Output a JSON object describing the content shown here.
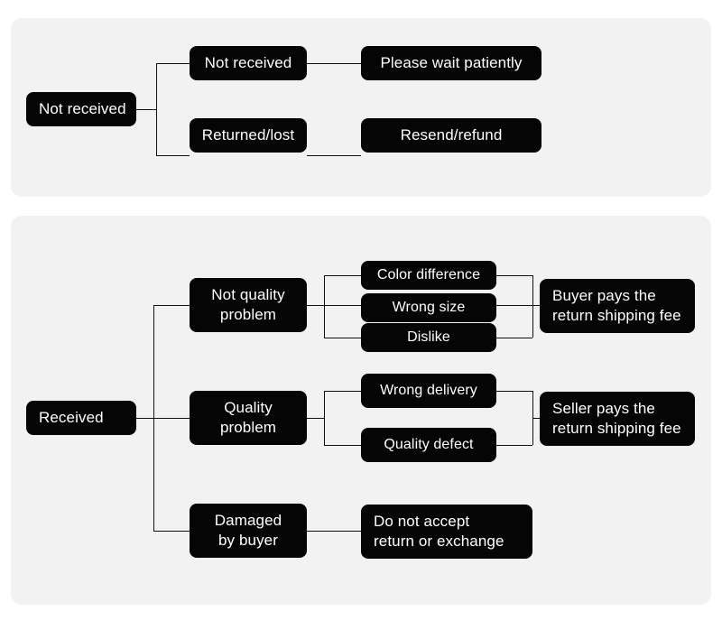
{
  "meta": {
    "title": "Return and refund decision flowchart",
    "colors": {
      "page_background": "#ffffff",
      "panel_background": "#f2f2f2",
      "node_background": "#050505",
      "node_text": "#ffffff",
      "connector": "#111111"
    }
  },
  "panels": [
    {
      "id": "not-received",
      "root": {
        "label": "Not received"
      },
      "branches": [
        {
          "label": "Not received",
          "outcomes": [
            {
              "label": "Please wait patiently"
            }
          ]
        },
        {
          "label": "Returned/lost",
          "outcomes": [
            {
              "label": "Resend/refund"
            }
          ]
        }
      ]
    },
    {
      "id": "received",
      "root": {
        "label": "Received"
      },
      "branches": [
        {
          "label": "Not quality\nproblem",
          "reasons": [
            {
              "label": "Color difference"
            },
            {
              "label": "Wrong size"
            },
            {
              "label": "Dislike"
            }
          ],
          "outcome": {
            "label": "Buyer pays the\nreturn shipping fee"
          }
        },
        {
          "label": "Quality\nproblem",
          "reasons": [
            {
              "label": "Wrong delivery"
            },
            {
              "label": "Quality defect"
            }
          ],
          "outcome": {
            "label": "Seller pays the\nreturn shipping fee"
          }
        },
        {
          "label": "Damaged\nby buyer",
          "reasons": [],
          "outcome": {
            "label": "Do not accept\nreturn or exchange"
          }
        }
      ]
    }
  ]
}
